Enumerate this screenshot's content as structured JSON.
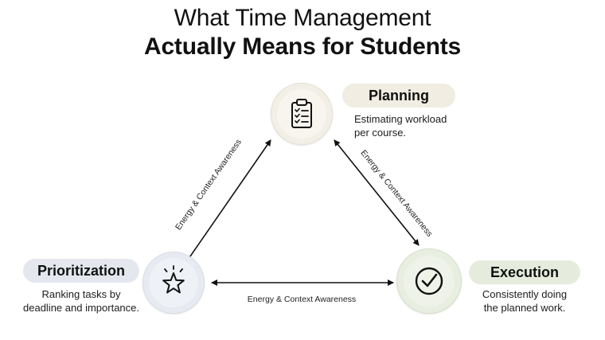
{
  "title": {
    "line1": "What Time Management",
    "line2": "Actually Means for Students"
  },
  "nodes": {
    "planning": {
      "label": "Planning",
      "description_line1": "Estimating workload",
      "description_line2": "per course.",
      "icon": "clipboard-checklist-icon",
      "colors": {
        "pill": "#f1ede2",
        "ring": "#f2efe6",
        "inner": "#f7f5ee"
      }
    },
    "prioritization": {
      "label": "Prioritization",
      "description_line1": "Ranking tasks by",
      "description_line2": "deadline and importance.",
      "icon": "star-icon",
      "colors": {
        "pill": "#e4e8ee",
        "ring": "#e7ebf1",
        "inner": "#eef1f5"
      }
    },
    "execution": {
      "label": "Execution",
      "description_line1": "Consistently doing",
      "description_line2": "the planned work.",
      "icon": "check-circle-icon",
      "colors": {
        "pill": "#e6ecdd",
        "ring": "#e8eee0",
        "inner": "#eef2e8"
      }
    }
  },
  "edges": {
    "left": "Energy & Context Awareness",
    "right": "Energy & Context Awareness",
    "bottom": "Energy & Context Awareness"
  }
}
